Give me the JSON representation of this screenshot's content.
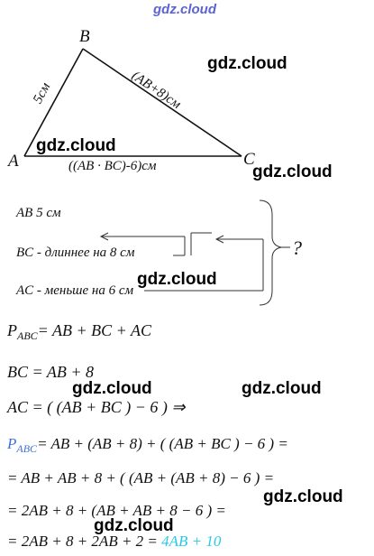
{
  "watermarks": {
    "top": "gdz.cloud",
    "text": "gdz.cloud"
  },
  "triangle": {
    "vertices": {
      "a": "A",
      "b": "B",
      "c": "C"
    },
    "sides": {
      "ab": "5см",
      "bc": "(AB+8)см",
      "ac": "((AB · BC)-6)см"
    }
  },
  "conditions": {
    "ab": "AB   5 см",
    "bc": "BC - длиннее на 8 см",
    "ac": "AC - меньше на 6 см",
    "question": "?"
  },
  "equations": {
    "line1": {
      "p": "P",
      "sub": "ABC",
      "rest": "= AB + BC + AC"
    },
    "line2": "BC = AB + 8",
    "line3": "AC = ( (AB + BC ) − 6 ) ⇒",
    "line4": {
      "p": "P",
      "sub": "ABC",
      "rest": "= AB + (AB + 8) + ( (AB + BC ) − 6 ) ="
    },
    "line5": "= AB + AB + 8 + ( (AB + (AB + 8) − 6 ) =",
    "line6": "= 2AB + 8 + (AB + AB + 8 − 6 ) =",
    "line7": {
      "main": "= 2AB + 8 + 2AB + 2 = ",
      "answer": "4AB + 10"
    }
  }
}
